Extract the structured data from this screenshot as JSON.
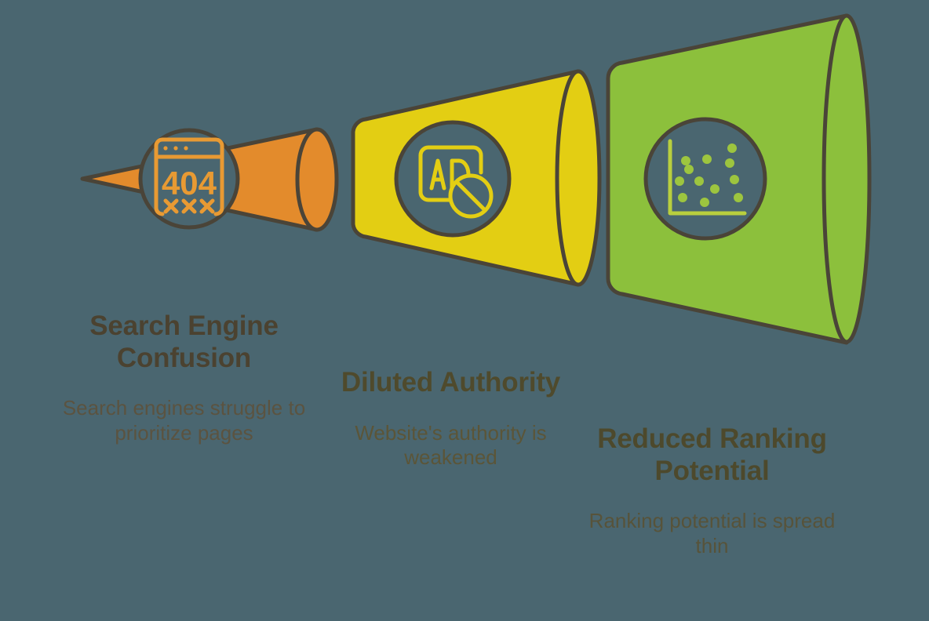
{
  "theme": {
    "background": "#4a6670",
    "stroke": "#4a4438",
    "orange": "#e38b2c",
    "yellow": "#e3ce13",
    "green": "#8cc03c",
    "heading_color": "#4b4230",
    "desc_color": "#5b5340"
  },
  "diagram": {
    "type": "funnel",
    "title": "",
    "stages": [
      {
        "id": "stage-1",
        "heading": "Search Engine Confusion",
        "description": "Search engines struggle to prioritize pages",
        "color": "#e38b2c",
        "icon": "404-browser-window-icon",
        "icon_label": "404"
      },
      {
        "id": "stage-2",
        "heading": "Diluted Authority",
        "description": "Website's authority is weakened",
        "color": "#e3ce13",
        "icon": "ad-blocked-icon",
        "icon_label": "AD"
      },
      {
        "id": "stage-3",
        "heading": "Reduced Ranking Potential",
        "description": "Ranking potential is spread thin",
        "color": "#8cc03c",
        "icon": "scatter-plot-icon",
        "icon_label": ""
      }
    ]
  }
}
